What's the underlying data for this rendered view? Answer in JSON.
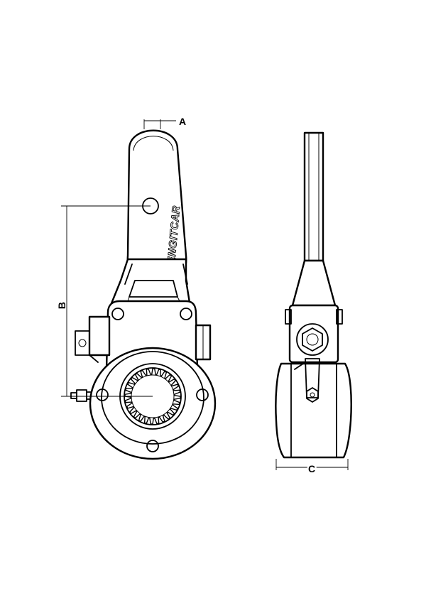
{
  "brand": {
    "logo_text": "ENGITCAR"
  },
  "dimensions": {
    "a": {
      "label": "A"
    },
    "b": {
      "label": "B"
    },
    "c": {
      "label": "C"
    }
  },
  "colors": {
    "line": "#000000",
    "background": "#ffffff"
  }
}
